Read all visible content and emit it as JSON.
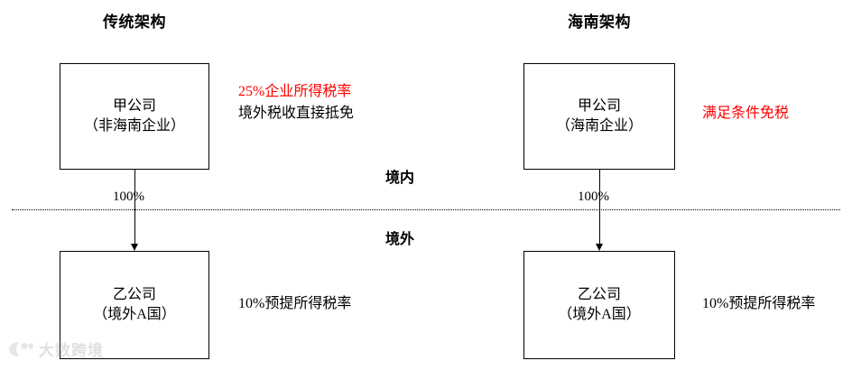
{
  "diagram": {
    "columns": [
      {
        "id": "traditional",
        "title": "传统架构",
        "parent": {
          "name": "甲公司",
          "qualifier": "（非海南企业）"
        },
        "ownership": "100%",
        "subsidiary": {
          "name": "乙公司",
          "qualifier": "（境外A国）"
        },
        "parent_note_red": "25%企业所得税率",
        "parent_note_black": "境外税收直接抵免",
        "subsidiary_note": "10%预提所得税率"
      },
      {
        "id": "hainan",
        "title": "海南架构",
        "parent": {
          "name": "甲公司",
          "qualifier": "（海南企业）"
        },
        "ownership": "100%",
        "subsidiary": {
          "name": "乙公司",
          "qualifier": "（境外A国）"
        },
        "parent_note_red": "满足条件免税",
        "parent_note_black": "",
        "subsidiary_note": "10%预提所得税率"
      }
    ],
    "zones": {
      "onshore": "境内",
      "offshore": "境外"
    },
    "colors": {
      "highlight": "#ff0000",
      "stroke": "#000000",
      "background": "#ffffff"
    }
  },
  "watermark": {
    "text": "大数跨境",
    "icon": "logo-icon"
  }
}
